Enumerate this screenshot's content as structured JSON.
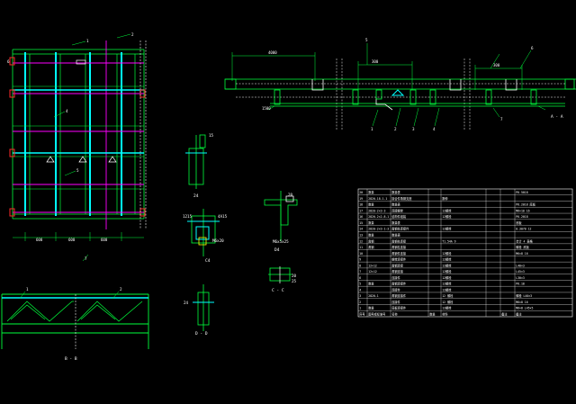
{
  "colors": {
    "background": "#000000",
    "green": "#00ff3c",
    "cyan": "#00ffff",
    "magenta": "#ff00ff",
    "red": "#ff2a2a",
    "white": "#ffffff",
    "yellow": "#ffff00"
  },
  "plan": {
    "labels": [
      "1",
      "2",
      "4",
      "5",
      "6",
      "7"
    ],
    "dims": [
      "600",
      "600",
      "600"
    ]
  },
  "section_top": {
    "dims": [
      "4000",
      "300",
      "300",
      "1500"
    ],
    "labels": [
      "5",
      "6",
      "1",
      "2",
      "3",
      "4",
      "7"
    ],
    "caption": "A - A"
  },
  "details": {
    "d1_caption": "24",
    "d1_label": "15",
    "d2_caption": "C4",
    "d2_labels": [
      "1215",
      "4A15",
      "M6x20"
    ],
    "d3_caption": "D4",
    "d3_labels": [
      "20",
      "M6x5x25"
    ],
    "d4_caption": "D - D",
    "d4_label": "24",
    "d5_caption": "C - C",
    "d5_labels": [
      "20",
      "25"
    ]
  },
  "elevation": {
    "caption": "B - B",
    "labels": [
      "1",
      "2"
    ]
  },
  "table": {
    "rows": [
      [
        "20",
        "数量",
        "数量表",
        "",
        "",
        "",
        "",
        "P6.5018"
      ],
      [
        "19",
        "2820-18-1-1",
        "接合件角钢支座",
        "",
        "数种",
        "",
        "",
        ""
      ],
      [
        "18",
        "数量",
        "数量表",
        "",
        "",
        "",
        "",
        "P6.2018 底板"
      ],
      [
        "17",
        "2820-2×3-3",
        "连接螺栓",
        "",
        "12螺栓",
        "",
        "",
        "M6×10 16"
      ],
      [
        "16",
        "2820-2×2-8-1",
        "结构件组装",
        "",
        "12螺栓",
        "",
        "",
        "P6.2018"
      ],
      [
        "15",
        "数量",
        "数量表",
        "",
        "",
        "",
        "",
        "底板"
      ],
      [
        "14",
        "2820-2×3-1-3",
        "角钢柱连接件",
        "",
        "12螺栓",
        "",
        "",
        "0.3070 12"
      ],
      [
        "13",
        "数量",
        "数量表",
        "",
        "",
        "",
        "",
        ""
      ],
      [
        "12",
        "角钢",
        "角钢柱连接",
        "",
        "T1.54A 9",
        "",
        "",
        "合计 4 表格"
      ],
      [
        "11",
        "角钢",
        "角钢柱连接",
        "",
        "",
        "",
        "",
        "螺栓 底板"
      ],
      [
        "10",
        "",
        "角钢件连接",
        "",
        "12螺栓",
        "",
        "",
        "M6×8 16"
      ],
      [
        "9",
        "",
        "螺栓连接件",
        "",
        "12螺栓",
        "",
        "",
        ""
      ],
      [
        "8",
        "12×12",
        "角钢连接",
        "",
        "12螺栓",
        "",
        "",
        "L40×3"
      ],
      [
        "7",
        "12×12",
        "角钢连接",
        "",
        "12螺栓",
        "",
        "",
        "L45×3"
      ],
      [
        "6",
        "",
        "连接件",
        "",
        "12螺栓",
        "",
        "",
        "L30×3"
      ],
      [
        "5",
        "数量",
        "角钢连接件",
        "",
        "12螺栓",
        "",
        "",
        "P6.18"
      ],
      [
        "4",
        "",
        "连接件",
        "",
        "12螺栓",
        "",
        "",
        ""
      ],
      [
        "3",
        "2820-1",
        "角钢连接件",
        "",
        "12 螺栓",
        "",
        "",
        "螺栓 L40×3"
      ],
      [
        "2",
        "",
        "连接件",
        "",
        "12 螺栓",
        "",
        "",
        "M6×8 16"
      ],
      [
        "1",
        "数量",
        "底板连接件",
        "",
        "12螺栓",
        "",
        "",
        "M6×8 L45×5"
      ]
    ],
    "footer": [
      "序号",
      "图号或标准号",
      "名称",
      "数量",
      "材料",
      "",
      "备注",
      "备注"
    ]
  }
}
